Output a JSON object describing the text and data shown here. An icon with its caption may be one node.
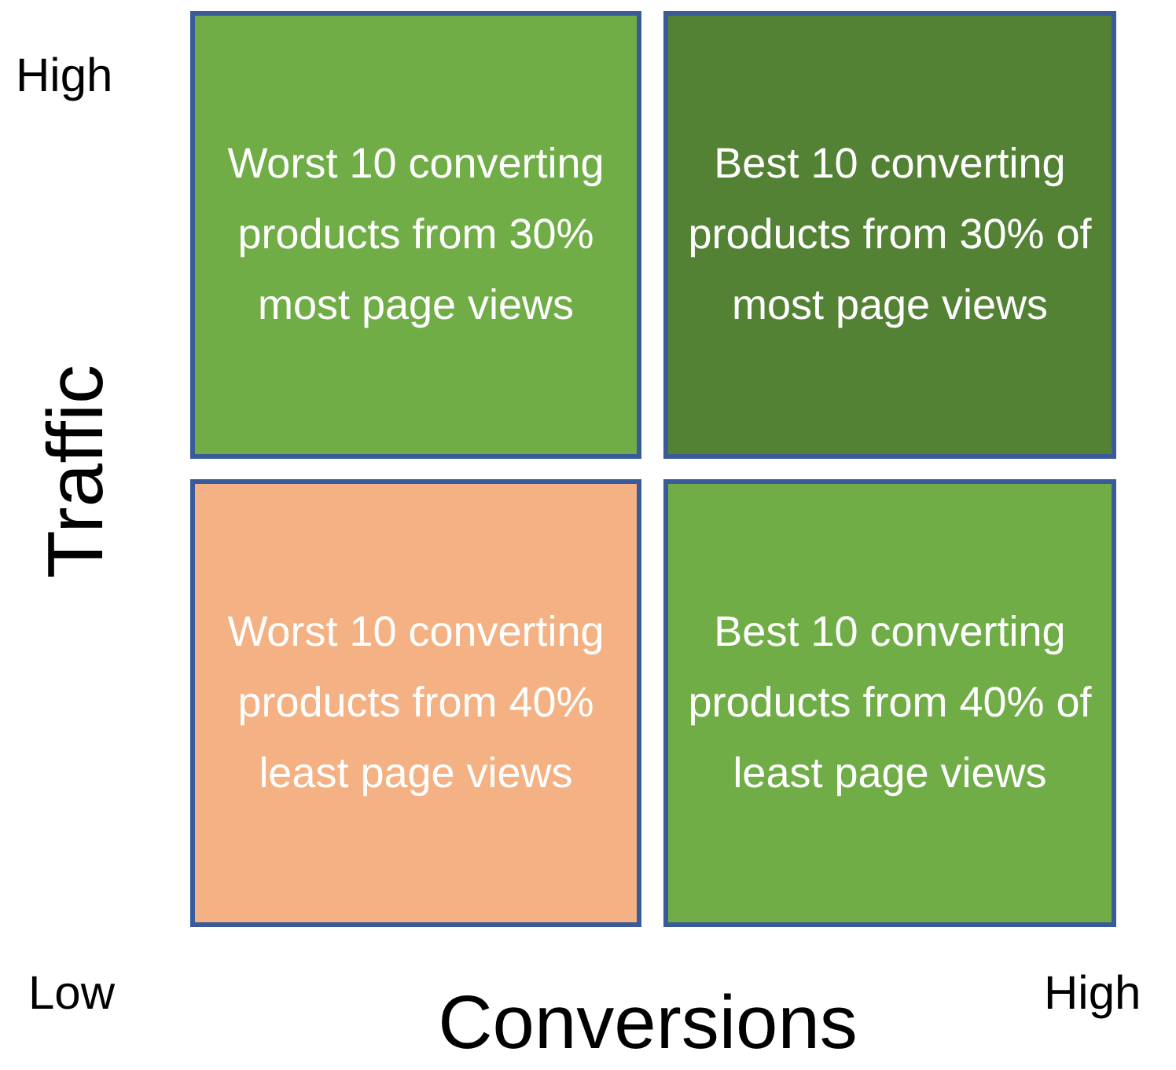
{
  "diagram": {
    "nodes": [
      {
        "text": [
          "Worst 10 converting products from 30% most page views"
        ]
      },
      {
        "text": [
          "Best 10 converting products from 30% of most page views"
        ]
      },
      {
        "text": [
          "Worst 10 converting products from 40% least page views"
        ]
      },
      {
        "text": [
          "Best 10 converting products from 40% of least page views"
        ]
      }
    ],
    "labels": [
      "High",
      "Traffic",
      "Low",
      "Conversions",
      "High"
    ]
  }
}
